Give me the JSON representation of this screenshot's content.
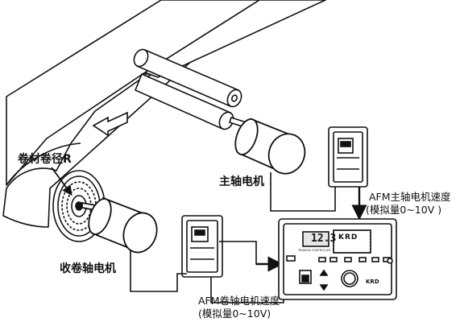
{
  "labels": {
    "winding_radius": "卷材卷径R",
    "main_motor": "主轴电机",
    "winder_motor": "收卷轴电机",
    "afm_main_speed_line1": "AFM主轴电机速度",
    "afm_main_speed_line2": "(模拟量0~10V )",
    "afm_winder_speed_line1": "AFM卷轴电机速度",
    "afm_winder_speed_line2": "(模拟量0~10V)"
  },
  "controller": {
    "display_value": "12.3",
    "brand": "KRD",
    "panel_caption": "TENSION CONTROLLER",
    "bottom_logo": "KRD"
  },
  "colors": {
    "line": "#111111",
    "panel_fill": "#ffffff",
    "display_fill": "#e6e6e6"
  }
}
